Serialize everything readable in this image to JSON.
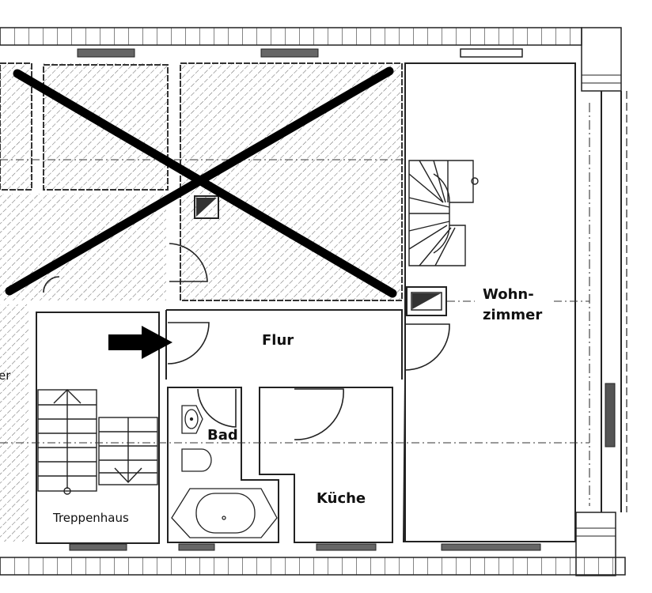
{
  "plan": {
    "rooms": {
      "flur": "Flur",
      "wohnzimmer_line1": "Wohn-",
      "wohnzimmer_line2": "zimmer",
      "bad": "Bad",
      "kueche": "Küche",
      "treppenhaus": "Treppenhaus",
      "partial_left": "er"
    },
    "annotations": {
      "crossed_out_area": "cross-mark-icon",
      "entrance": "arrow-right-icon"
    },
    "colors": {
      "wall": "#222222",
      "hatch": "#555555",
      "mark": "#000000",
      "background": "#ffffff"
    }
  }
}
